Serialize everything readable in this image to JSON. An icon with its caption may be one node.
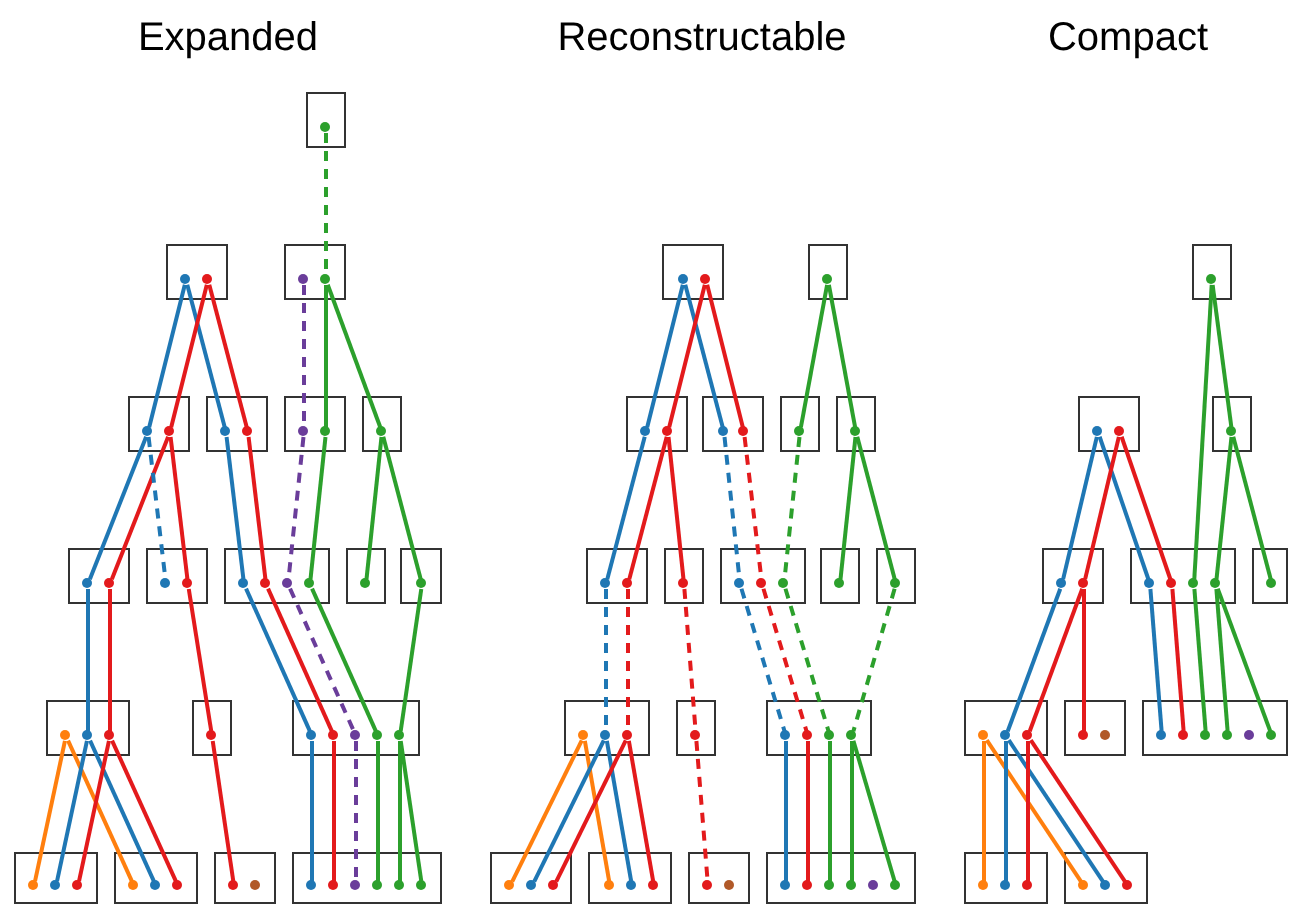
{
  "diagram": {
    "nodes": [
      {
        "text": [],
        "shape": "box"
      },
      {
        "text": [],
        "shape": "circle",
        "in": 0
      },
      {
        "text": [],
        "shape": "box"
      },
      {
        "text": [],
        "shape": "circle",
        "in": 2
      },
      {
        "text": [],
        "shape": "circle",
        "in": 2
      },
      {
        "text": [],
        "shape": "box"
      },
      {
        "text": [],
        "shape": "circle",
        "in": 5
      },
      {
        "text": [],
        "shape": "circle",
        "in": 5
      },
      {
        "text": [],
        "shape": "box"
      },
      {
        "text": [],
        "shape": "circle",
        "in": 8
      },
      {
        "text": [],
        "shape": "circle",
        "in": 8
      },
      {
        "text": [],
        "shape": "box"
      },
      {
        "text": [],
        "shape": "circle",
        "in": 11
      },
      {
        "text": [],
        "shape": "circle",
        "in": 11
      },
      {
        "text": [],
        "shape": "box"
      },
      {
        "text": [],
        "shape": "circle",
        "in": 14
      },
      {
        "text": [],
        "shape": "circle",
        "in": 14
      },
      {
        "text": [],
        "shape": "box"
      },
      {
        "text": [],
        "shape": "circle",
        "in": 17
      },
      {
        "text": [],
        "shape": "box"
      },
      {
        "text": [],
        "shape": "circle",
        "in": 19
      },
      {
        "text": [],
        "shape": "circle",
        "in": 19
      },
      {
        "text": [],
        "shape": "box"
      },
      {
        "text": [],
        "shape": "circle",
        "in": 22
      },
      {
        "text": [],
        "shape": "circle",
        "in": 22
      },
      {
        "text": [],
        "shape": "box"
      },
      {
        "text": [],
        "shape": "circle",
        "in": 25
      },
      {
        "text": [],
        "shape": "circle",
        "in": 25
      },
      {
        "text": [],
        "shape": "circle",
        "in": 25
      },
      {
        "text": [],
        "shape": "circle",
        "in": 25
      },
      {
        "text": [],
        "shape": "box"
      },
      {
        "text": [],
        "shape": "circle",
        "in": 30
      },
      {
        "text": [],
        "shape": "box"
      },
      {
        "text": [],
        "shape": "circle",
        "in": 32
      },
      {
        "text": [],
        "shape": "box"
      },
      {
        "text": [],
        "shape": "circle",
        "in": 34
      },
      {
        "text": [],
        "shape": "circle",
        "in": 34
      },
      {
        "text": [],
        "shape": "circle",
        "in": 34
      },
      {
        "text": [],
        "shape": "box"
      },
      {
        "text": [],
        "shape": "circle",
        "in": 38
      },
      {
        "text": [],
        "shape": "box"
      },
      {
        "text": [],
        "shape": "circle",
        "in": 40
      },
      {
        "text": [],
        "shape": "circle",
        "in": 40
      },
      {
        "text": [],
        "shape": "circle",
        "in": 40
      },
      {
        "text": [],
        "shape": "circle",
        "in": 40
      },
      {
        "text": [],
        "shape": "circle",
        "in": 40
      },
      {
        "text": [],
        "shape": "box"
      },
      {
        "text": [],
        "shape": "circle",
        "in": 46
      },
      {
        "text": [],
        "shape": "circle",
        "in": 46
      },
      {
        "text": [],
        "shape": "circle",
        "in": 46
      },
      {
        "text": [],
        "shape": "box"
      },
      {
        "text": [],
        "shape": "circle",
        "in": 50
      },
      {
        "text": [],
        "shape": "circle",
        "in": 50
      },
      {
        "text": [],
        "shape": "circle",
        "in": 50
      },
      {
        "text": [],
        "shape": "box"
      },
      {
        "text": [],
        "shape": "circle",
        "in": 54
      },
      {
        "text": [],
        "shape": "circle",
        "in": 54
      },
      {
        "text": [],
        "shape": "box"
      },
      {
        "text": [],
        "shape": "circle",
        "in": 57
      },
      {
        "text": [],
        "shape": "circle",
        "in": 57
      },
      {
        "text": [],
        "shape": "circle",
        "in": 57
      },
      {
        "text": [],
        "shape": "circle",
        "in": 57
      },
      {
        "text": [],
        "shape": "circle",
        "in": 57
      },
      {
        "text": [],
        "shape": "circle",
        "in": 57
      },
      {
        "text": [],
        "shape": "box"
      },
      {
        "text": [],
        "shape": "circle",
        "in": 64
      },
      {
        "text": [],
        "shape": "circle",
        "in": 64
      },
      {
        "text": [],
        "shape": "box"
      },
      {
        "text": [],
        "shape": "circle",
        "in": 67
      },
      {
        "text": [],
        "shape": "box"
      },
      {
        "text": [],
        "shape": "circle",
        "in": 69
      },
      {
        "text": [],
        "shape": "circle",
        "in": 69
      },
      {
        "text": [],
        "shape": "box"
      },
      {
        "text": [],
        "shape": "circle",
        "in": 72
      },
      {
        "text": [],
        "shape": "circle",
        "in": 72
      },
      {
        "text": [],
        "shape": "box"
      },
      {
        "text": [],
        "shape": "circle",
        "in": 75
      },
      {
        "text": [],
        "shape": "box"
      },
      {
        "text": [],
        "shape": "circle",
        "in": 77
      },
      {
        "text": [],
        "shape": "box"
      },
      {
        "text": [],
        "shape": "circle",
        "in": 79
      },
      {
        "text": [],
        "shape": "circle",
        "in": 79
      },
      {
        "text": [],
        "shape": "box"
      },
      {
        "text": [],
        "shape": "circle",
        "in": 82
      },
      {
        "text": [],
        "shape": "box"
      },
      {
        "text": [],
        "shape": "circle",
        "in": 84
      },
      {
        "text": [],
        "shape": "circle",
        "in": 84
      },
      {
        "text": [],
        "shape": "circle",
        "in": 84
      },
      {
        "text": [],
        "shape": "box"
      },
      {
        "text": [],
        "shape": "circle",
        "in": 88
      },
      {
        "text": [],
        "shape": "box"
      },
      {
        "text": [],
        "shape": "circle",
        "in": 90
      },
      {
        "text": [],
        "shape": "box"
      },
      {
        "text": [],
        "shape": "circle",
        "in": 92
      },
      {
        "text": [],
        "shape": "circle",
        "in": 92
      },
      {
        "text": [],
        "shape": "circle",
        "in": 92
      },
      {
        "text": [],
        "shape": "box"
      },
      {
        "text": [],
        "shape": "circle",
        "in": 96
      },
      {
        "text": [],
        "shape": "box"
      },
      {
        "text": [],
        "shape": "circle",
        "in": 98
      },
      {
        "text": [],
        "shape": "circle",
        "in": 98
      },
      {
        "text": [],
        "shape": "circle",
        "in": 98
      },
      {
        "text": [],
        "shape": "circle",
        "in": 98
      },
      {
        "text": [],
        "shape": "box"
      },
      {
        "text": [],
        "shape": "circle",
        "in": 103
      },
      {
        "text": [],
        "shape": "circle",
        "in": 103
      },
      {
        "text": [],
        "shape": "circle",
        "in": 103
      },
      {
        "text": [],
        "shape": "box"
      },
      {
        "text": [],
        "shape": "circle",
        "in": 107
      },
      {
        "text": [],
        "shape": "circle",
        "in": 107
      },
      {
        "text": [],
        "shape": "circle",
        "in": 107
      },
      {
        "text": [],
        "shape": "box"
      },
      {
        "text": [],
        "shape": "circle",
        "in": 111
      },
      {
        "text": [],
        "shape": "circle",
        "in": 111
      },
      {
        "text": [],
        "shape": "box"
      },
      {
        "text": [],
        "shape": "circle",
        "in": 114
      },
      {
        "text": [],
        "shape": "circle",
        "in": 114
      },
      {
        "text": [],
        "shape": "circle",
        "in": 114
      },
      {
        "text": [],
        "shape": "circle",
        "in": 114
      },
      {
        "text": [],
        "shape": "circle",
        "in": 114
      },
      {
        "text": [],
        "shape": "circle",
        "in": 114
      },
      {
        "text": [],
        "shape": "box"
      },
      {
        "text": [],
        "shape": "circle",
        "in": 121
      },
      {
        "text": [],
        "shape": "box"
      },
      {
        "text": [],
        "shape": "circle",
        "in": 123
      },
      {
        "text": [],
        "shape": "circle",
        "in": 123
      },
      {
        "text": [],
        "shape": "box"
      },
      {
        "text": [],
        "shape": "circle",
        "in": 126
      },
      {
        "text": [],
        "shape": "box"
      },
      {
        "text": [],
        "shape": "circle",
        "in": 128
      },
      {
        "text": [],
        "shape": "circle",
        "in": 128
      },
      {
        "text": [],
        "shape": "box"
      },
      {
        "text": [],
        "shape": "circle",
        "in": 131
      },
      {
        "text": [],
        "shape": "circle",
        "in": 131
      },
      {
        "text": [],
        "shape": "circle",
        "in": 131
      },
      {
        "text": [],
        "shape": "circle",
        "in": 131
      },
      {
        "text": [],
        "shape": "box"
      },
      {
        "text": [],
        "shape": "circle",
        "in": 136
      },
      {
        "text": [],
        "shape": "box"
      },
      {
        "text": [],
        "shape": "circle",
        "in": 138
      },
      {
        "text": [],
        "shape": "circle",
        "in": 138
      },
      {
        "text": [],
        "shape": "circle",
        "in": 138
      },
      {
        "text": [],
        "shape": "box"
      },
      {
        "text": [],
        "shape": "circle",
        "in": 142
      },
      {
        "text": [],
        "shape": "circle",
        "in": 142
      },
      {
        "text": [],
        "shape": "box"
      },
      {
        "text": [],
        "shape": "circle",
        "in": 145
      },
      {
        "text": [],
        "shape": "circle",
        "in": 145
      },
      {
        "text": [],
        "shape": "circle",
        "in": 145
      },
      {
        "text": [],
        "shape": "circle",
        "in": 145
      },
      {
        "text": [],
        "shape": "circle",
        "in": 145
      },
      {
        "text": [],
        "shape": "circle",
        "in": 145
      },
      {
        "text": [],
        "shape": "box"
      },
      {
        "text": [],
        "shape": "circle",
        "in": 152
      },
      {
        "text": [],
        "shape": "circle",
        "in": 152
      },
      {
        "text": [],
        "shape": "circle",
        "in": 152
      },
      {
        "text": [],
        "shape": "box"
      },
      {
        "text": [],
        "shape": "circle",
        "in": 156
      },
      {
        "text": [],
        "shape": "circle",
        "in": 156
      },
      {
        "text": [],
        "shape": "circle",
        "in": 156
      }
    ],
    "edges": [
      {
        "from": 1,
        "to": 7,
        "arrow": "none",
        "style": "dashed",
        "color": "#2ca02c"
      },
      {
        "from": 3,
        "to": 9,
        "arrow": "none",
        "color": "#1f77b4"
      },
      {
        "from": 3,
        "to": 12,
        "arrow": "none",
        "color": "#1f77b4"
      },
      {
        "from": 4,
        "to": 10,
        "arrow": "none",
        "color": "#e31a1c"
      },
      {
        "from": 4,
        "to": 13,
        "arrow": "none",
        "color": "#e31a1c"
      },
      {
        "from": 6,
        "to": 15,
        "arrow": "none",
        "style": "dashed",
        "color": "#6a3d9a"
      },
      {
        "from": 7,
        "to": 16,
        "arrow": "none",
        "color": "#2ca02c"
      },
      {
        "from": 7,
        "to": 18,
        "arrow": "none",
        "color": "#2ca02c"
      },
      {
        "from": 9,
        "to": 20,
        "arrow": "none",
        "color": "#1f77b4"
      },
      {
        "from": 10,
        "to": 21,
        "arrow": "none",
        "color": "#e31a1c"
      },
      {
        "from": 9,
        "to": 23,
        "arrow": "none",
        "style": "dashed",
        "color": "#1f77b4"
      },
      {
        "from": 10,
        "to": 24,
        "arrow": "none",
        "color": "#e31a1c"
      },
      {
        "from": 12,
        "to": 26,
        "arrow": "none",
        "color": "#1f77b4"
      },
      {
        "from": 13,
        "to": 27,
        "arrow": "none",
        "color": "#e31a1c"
      },
      {
        "from": 15,
        "to": 28,
        "arrow": "none",
        "style": "dashed",
        "color": "#6a3d9a"
      },
      {
        "from": 16,
        "to": 29,
        "arrow": "none",
        "color": "#2ca02c"
      },
      {
        "from": 18,
        "to": 31,
        "arrow": "none",
        "color": "#2ca02c"
      },
      {
        "from": 18,
        "to": 33,
        "arrow": "none",
        "color": "#2ca02c"
      },
      {
        "from": 20,
        "to": 36,
        "arrow": "none",
        "color": "#1f77b4"
      },
      {
        "from": 21,
        "to": 37,
        "arrow": "none",
        "color": "#e31a1c"
      },
      {
        "from": 24,
        "to": 39,
        "arrow": "none",
        "color": "#e31a1c"
      },
      {
        "from": 26,
        "to": 41,
        "arrow": "none",
        "color": "#1f77b4"
      },
      {
        "from": 27,
        "to": 42,
        "arrow": "none",
        "color": "#e31a1c"
      },
      {
        "from": 28,
        "to": 43,
        "arrow": "none",
        "style": "dashed",
        "color": "#6a3d9a"
      },
      {
        "from": 29,
        "to": 44,
        "arrow": "none",
        "color": "#2ca02c"
      },
      {
        "from": 33,
        "to": 45,
        "arrow": "none",
        "color": "#2ca02c"
      },
      {
        "from": 35,
        "to": 47,
        "arrow": "none",
        "color": "#ff7f0e"
      },
      {
        "from": 35,
        "to": 51,
        "arrow": "none",
        "color": "#ff7f0e"
      },
      {
        "from": 36,
        "to": 48,
        "arrow": "none",
        "color": "#1f77b4"
      },
      {
        "from": 36,
        "to": 52,
        "arrow": "none",
        "color": "#1f77b4"
      },
      {
        "from": 37,
        "to": 49,
        "arrow": "none",
        "color": "#e31a1c"
      },
      {
        "from": 37,
        "to": 53,
        "arrow": "none",
        "color": "#e31a1c"
      },
      {
        "from": 39,
        "to": 55,
        "arrow": "none",
        "color": "#e31a1c"
      },
      {
        "from": 41,
        "to": 58,
        "arrow": "none",
        "color": "#1f77b4"
      },
      {
        "from": 42,
        "to": 59,
        "arrow": "none",
        "color": "#e31a1c"
      },
      {
        "from": 43,
        "to": 60,
        "arrow": "none",
        "style": "dashed",
        "color": "#6a3d9a"
      },
      {
        "from": 44,
        "to": 61,
        "arrow": "none",
        "color": "#2ca02c"
      },
      {
        "from": 45,
        "to": 62,
        "arrow": "none",
        "color": "#2ca02c"
      },
      {
        "from": 45,
        "to": 63,
        "arrow": "none",
        "color": "#2ca02c"
      },
      {
        "from": 65,
        "to": 70,
        "arrow": "none",
        "color": "#1f77b4"
      },
      {
        "from": 65,
        "to": 73,
        "arrow": "none",
        "color": "#1f77b4"
      },
      {
        "from": 66,
        "to": 71,
        "arrow": "none",
        "color": "#e31a1c"
      },
      {
        "from": 66,
        "to": 74,
        "arrow": "none",
        "color": "#e31a1c"
      },
      {
        "from": 68,
        "to": 76,
        "arrow": "none",
        "color": "#2ca02c"
      },
      {
        "from": 68,
        "to": 78,
        "arrow": "none",
        "color": "#2ca02c"
      },
      {
        "from": 70,
        "to": 80,
        "arrow": "none",
        "color": "#1f77b4"
      },
      {
        "from": 71,
        "to": 81,
        "arrow": "none",
        "color": "#e31a1c"
      },
      {
        "from": 71,
        "to": 83,
        "arrow": "none",
        "color": "#e31a1c"
      },
      {
        "from": 73,
        "to": 85,
        "arrow": "none",
        "style": "dashed",
        "color": "#1f77b4"
      },
      {
        "from": 74,
        "to": 86,
        "arrow": "none",
        "style": "dashed",
        "color": "#e31a1c"
      },
      {
        "from": 76,
        "to": 87,
        "arrow": "none",
        "style": "dashed",
        "color": "#2ca02c"
      },
      {
        "from": 78,
        "to": 89,
        "arrow": "none",
        "color": "#2ca02c"
      },
      {
        "from": 78,
        "to": 91,
        "arrow": "none",
        "color": "#2ca02c"
      },
      {
        "from": 80,
        "to": 94,
        "arrow": "none",
        "style": "dashed",
        "color": "#1f77b4"
      },
      {
        "from": 81,
        "to": 95,
        "arrow": "none",
        "style": "dashed",
        "color": "#e31a1c"
      },
      {
        "from": 83,
        "to": 97,
        "arrow": "none",
        "style": "dashed",
        "color": "#e31a1c"
      },
      {
        "from": 85,
        "to": 99,
        "arrow": "none",
        "style": "dashed",
        "color": "#1f77b4"
      },
      {
        "from": 86,
        "to": 100,
        "arrow": "none",
        "style": "dashed",
        "color": "#e31a1c"
      },
      {
        "from": 87,
        "to": 101,
        "arrow": "none",
        "style": "dashed",
        "color": "#2ca02c"
      },
      {
        "from": 91,
        "to": 102,
        "arrow": "none",
        "style": "dashed",
        "color": "#2ca02c"
      },
      {
        "from": 93,
        "to": 104,
        "arrow": "none",
        "color": "#ff7f0e"
      },
      {
        "from": 93,
        "to": 108,
        "arrow": "none",
        "color": "#ff7f0e"
      },
      {
        "from": 94,
        "to": 105,
        "arrow": "none",
        "color": "#1f77b4"
      },
      {
        "from": 94,
        "to": 109,
        "arrow": "none",
        "color": "#1f77b4"
      },
      {
        "from": 95,
        "to": 106,
        "arrow": "none",
        "color": "#e31a1c"
      },
      {
        "from": 95,
        "to": 110,
        "arrow": "none",
        "color": "#e31a1c"
      },
      {
        "from": 97,
        "to": 112,
        "arrow": "none",
        "style": "dashed",
        "color": "#e31a1c"
      },
      {
        "from": 99,
        "to": 115,
        "arrow": "none",
        "color": "#1f77b4"
      },
      {
        "from": 100,
        "to": 116,
        "arrow": "none",
        "color": "#e31a1c"
      },
      {
        "from": 101,
        "to": 117,
        "arrow": "none",
        "color": "#2ca02c"
      },
      {
        "from": 102,
        "to": 118,
        "arrow": "none",
        "color": "#2ca02c"
      },
      {
        "from": 102,
        "to": 120,
        "arrow": "none",
        "color": "#2ca02c"
      },
      {
        "from": 122,
        "to": 127,
        "arrow": "none",
        "color": "#2ca02c"
      },
      {
        "from": 122,
        "to": 134,
        "arrow": "none",
        "color": "#2ca02c"
      },
      {
        "from": 124,
        "to": 129,
        "arrow": "none",
        "color": "#1f77b4"
      },
      {
        "from": 124,
        "to": 132,
        "arrow": "none",
        "color": "#1f77b4"
      },
      {
        "from": 125,
        "to": 130,
        "arrow": "none",
        "color": "#e31a1c"
      },
      {
        "from": 125,
        "to": 133,
        "arrow": "none",
        "color": "#e31a1c"
      },
      {
        "from": 127,
        "to": 135,
        "arrow": "none",
        "color": "#2ca02c"
      },
      {
        "from": 127,
        "to": 137,
        "arrow": "none",
        "color": "#2ca02c"
      },
      {
        "from": 129,
        "to": 140,
        "arrow": "none",
        "color": "#1f77b4"
      },
      {
        "from": 130,
        "to": 141,
        "arrow": "none",
        "color": "#e31a1c"
      },
      {
        "from": 130,
        "to": 143,
        "arrow": "none",
        "color": "#e31a1c"
      },
      {
        "from": 132,
        "to": 146,
        "arrow": "none",
        "color": "#1f77b4"
      },
      {
        "from": 133,
        "to": 147,
        "arrow": "none",
        "color": "#e31a1c"
      },
      {
        "from": 134,
        "to": 148,
        "arrow": "none",
        "color": "#2ca02c"
      },
      {
        "from": 135,
        "to": 149,
        "arrow": "none",
        "color": "#2ca02c"
      },
      {
        "from": 135,
        "to": 151,
        "arrow": "none",
        "color": "#2ca02c"
      },
      {
        "from": 139,
        "to": 153,
        "arrow": "none",
        "color": "#ff7f0e"
      },
      {
        "from": 139,
        "to": 157,
        "arrow": "none",
        "color": "#ff7f0e"
      },
      {
        "from": 140,
        "to": 154,
        "arrow": "none",
        "color": "#1f77b4"
      },
      {
        "from": 140,
        "to": 158,
        "arrow": "none",
        "color": "#1f77b4"
      },
      {
        "from": 141,
        "to": 155,
        "arrow": "none",
        "color": "#e31a1c"
      },
      {
        "from": 141,
        "to": 159,
        "arrow": "none",
        "color": "#e31a1c"
      }
    ],
    "labels": [
      "Expanded",
      "Reconstructable",
      "Compact"
    ]
  }
}
